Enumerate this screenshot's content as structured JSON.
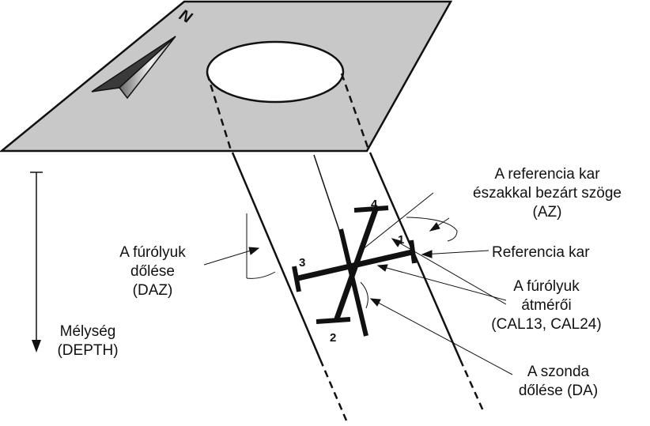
{
  "compass": {
    "label": "N",
    "icon": "north-arrow-icon"
  },
  "labels": {
    "reference_arm_angle": [
      "A referencia kar",
      "északkal bezárt szöge",
      "(AZ)"
    ],
    "reference_arm": "Referencia kar",
    "borehole_diameters": [
      "A fúrólyuk",
      "átmérői",
      "(CAL13, CAL24)"
    ],
    "probe_deviation": [
      "A szonda",
      "dőlése (DA)"
    ],
    "borehole_deviation": [
      "A fúrólyuk",
      "dőlése",
      "(DAZ)"
    ],
    "depth": [
      "Mélység",
      "(DEPTH)"
    ]
  },
  "arm_numbers": {
    "arm1": "1",
    "arm2": "2",
    "arm3": "3",
    "arm4": "4"
  },
  "colors": {
    "surface": "#c8c8c8",
    "line": "#111111",
    "hole": "#ffffff"
  }
}
